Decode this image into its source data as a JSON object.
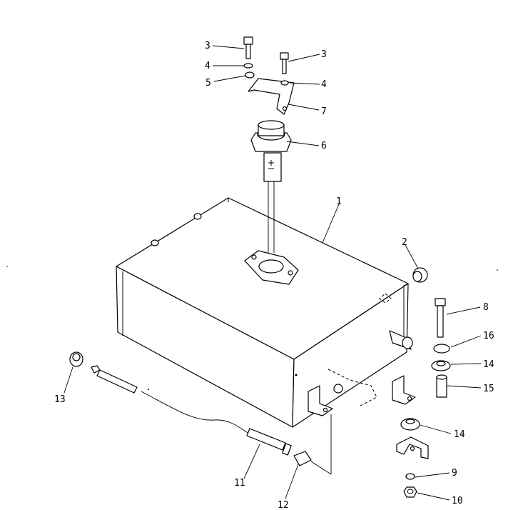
{
  "callouts": [
    {
      "id": "c1",
      "text": "1"
    },
    {
      "id": "c2",
      "text": "2"
    },
    {
      "id": "c3a",
      "text": "3"
    },
    {
      "id": "c3b",
      "text": "3"
    },
    {
      "id": "c4a",
      "text": "4"
    },
    {
      "id": "c4b",
      "text": "4"
    },
    {
      "id": "c5",
      "text": "5"
    },
    {
      "id": "c6",
      "text": "6"
    },
    {
      "id": "c7",
      "text": "7"
    },
    {
      "id": "c8",
      "text": "8"
    },
    {
      "id": "c9",
      "text": "9"
    },
    {
      "id": "c10",
      "text": "10"
    },
    {
      "id": "c11",
      "text": "11"
    },
    {
      "id": "c12",
      "text": "12"
    },
    {
      "id": "c13",
      "text": "13"
    },
    {
      "id": "c14a",
      "text": "14"
    },
    {
      "id": "c14b",
      "text": "14"
    },
    {
      "id": "c15",
      "text": "15"
    },
    {
      "id": "c16",
      "text": "16"
    }
  ]
}
